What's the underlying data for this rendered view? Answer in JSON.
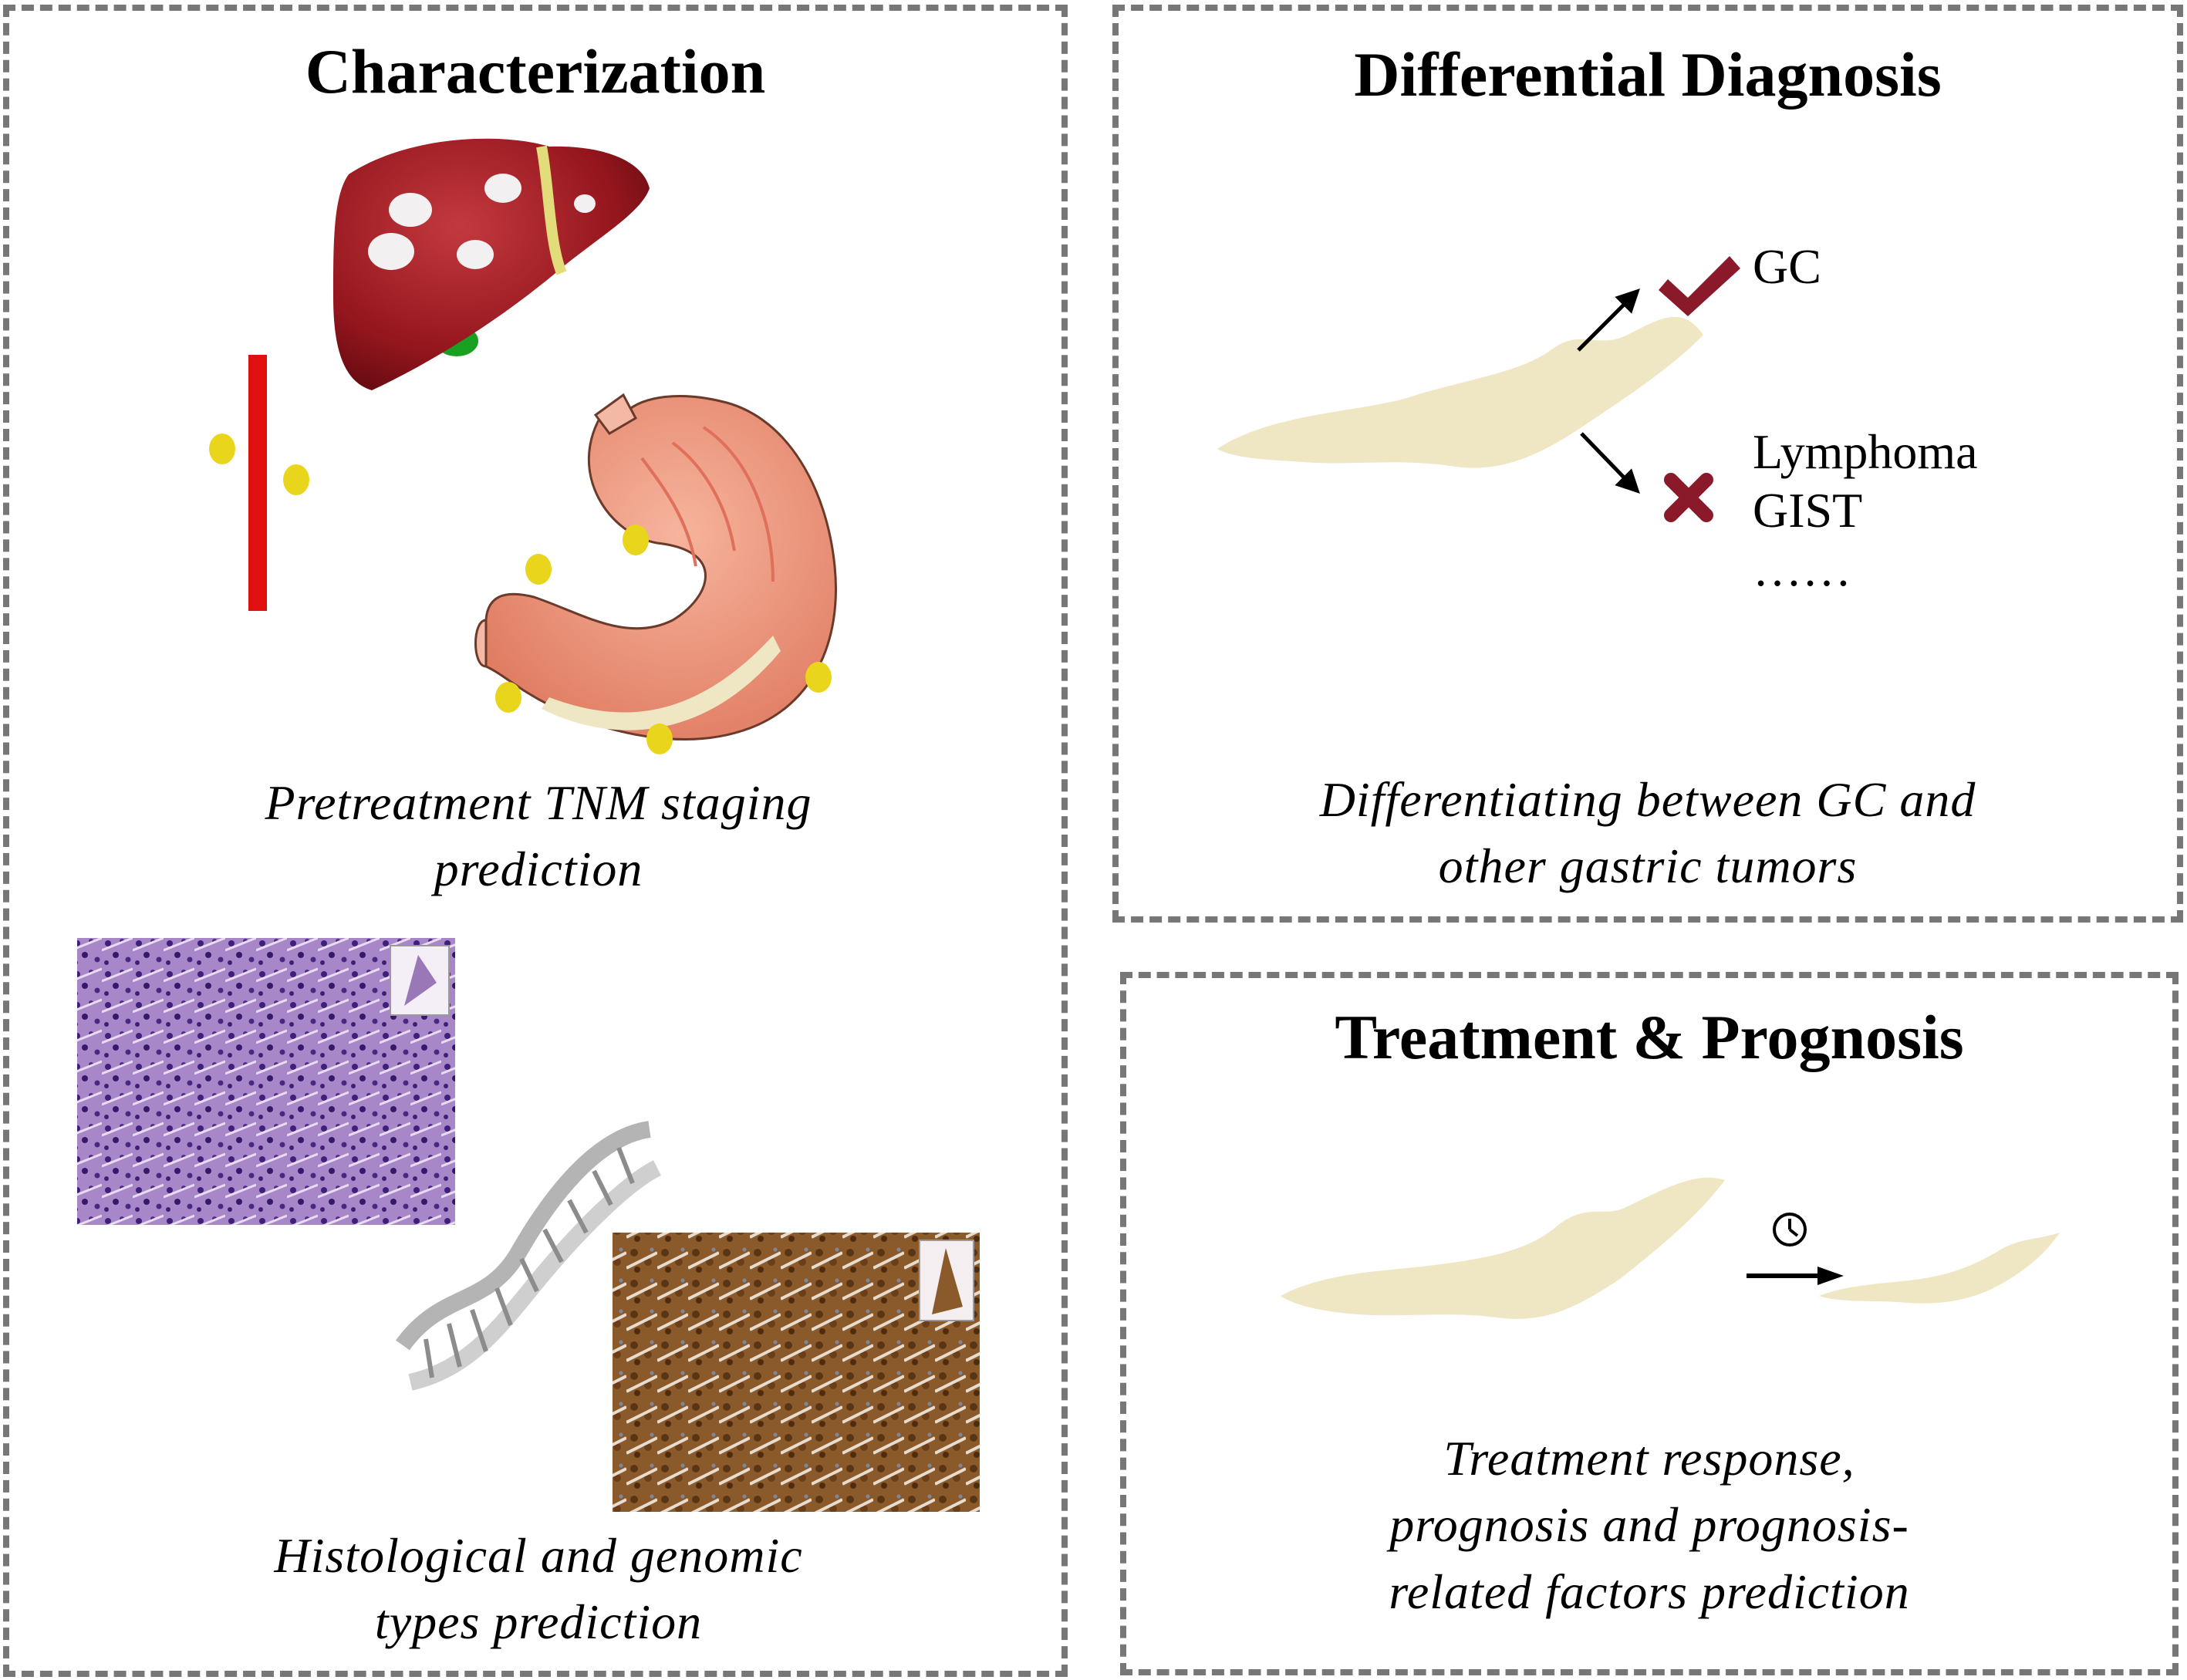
{
  "characterization": {
    "title": "Characterization",
    "caption_staging_line1": "Pretreatment TNM staging",
    "caption_staging_line2": "prediction",
    "caption_histo_line1": "Histological and genomic",
    "caption_histo_line2": "types prediction"
  },
  "differential": {
    "title": "Differential Diagnosis",
    "positive_label": "GC",
    "negative_labels": [
      "Lymphoma",
      "GIST",
      "……"
    ],
    "caption_line1": "Differentiating between GC and",
    "caption_line2": "other gastric tumors"
  },
  "treatment": {
    "title": "Treatment & Prognosis",
    "caption_line1": "Treatment response,",
    "caption_line2": "prognosis and prognosis-",
    "caption_line3": "related factors prediction"
  },
  "colors": {
    "panel_border": "#777777",
    "liver": "#9b1b22",
    "stomach": "#f09a80",
    "lymph_node": "#e8d51c",
    "red_bar": "#e01010",
    "tumor": "#efe6c4",
    "check_cross": "#8a1a2a"
  },
  "icons": [
    "liver-icon",
    "stomach-icon",
    "dna-icon",
    "check-icon",
    "cross-icon",
    "clock-icon",
    "arrow-icon"
  ]
}
